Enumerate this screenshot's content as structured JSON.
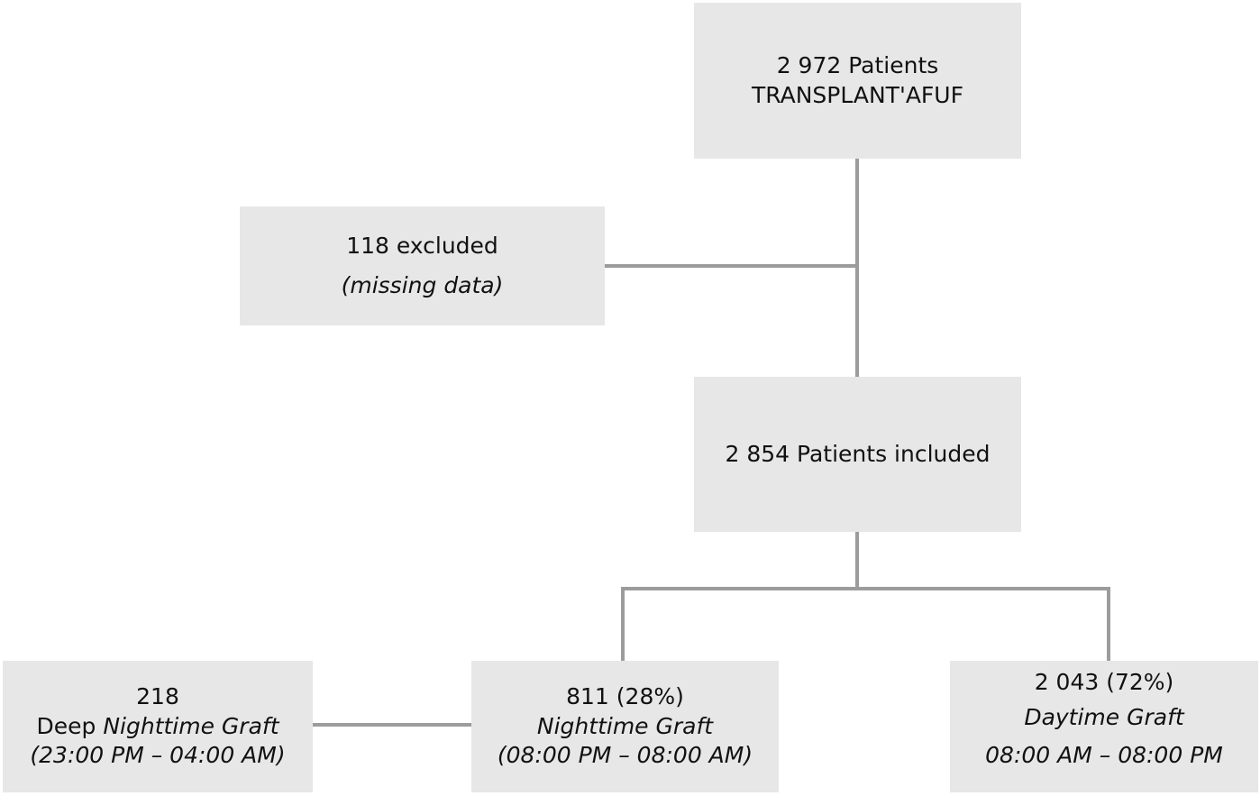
{
  "top": {
    "count": "2 972 Patients",
    "name": "TRANSPLANT'AFUF"
  },
  "excluded": {
    "count": "118 excluded",
    "reason": "(missing data)"
  },
  "included": {
    "label": "2 854 Patients included"
  },
  "deep_night": {
    "count": "218",
    "label_prefix": "Deep ",
    "label_italic": "Nighttime Graft",
    "time": "(23:00 PM – 04:00 AM)"
  },
  "night": {
    "count": "811 (28%)",
    "label": "Nighttime Graft",
    "time": "(08:00 PM – 08:00 AM)"
  },
  "day": {
    "count": "2 043 (72%)",
    "label": "Daytime Graft",
    "time": "08:00 AM – 08:00 PM"
  },
  "colors": {
    "box_fill": "#e7e7e7",
    "connector": "#9c9c9c",
    "text": "#111111"
  }
}
